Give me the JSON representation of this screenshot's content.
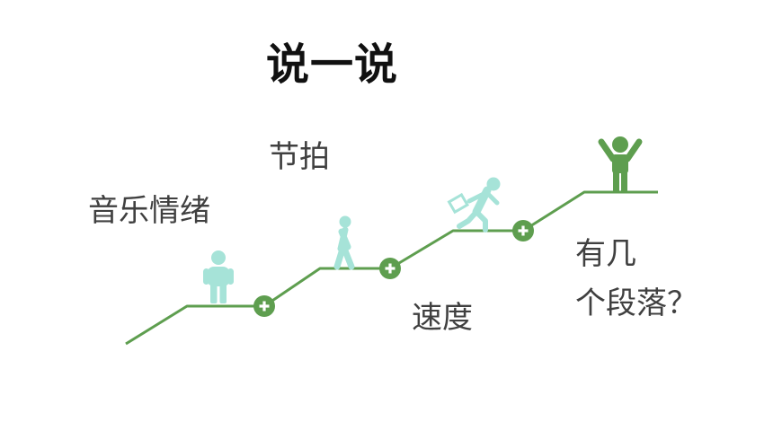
{
  "title": "说一说",
  "labels": {
    "music_mood": "音乐情绪",
    "beat": "节拍",
    "speed": "速度",
    "paragraphs_line1": "有几",
    "paragraphs_line2": "个段落？"
  },
  "colors": {
    "step_line": "#5e9e4f",
    "figure_light": "#a6e3d8",
    "figure_dark": "#5e9e4f",
    "plus_fill": "#5e9e4f",
    "plus_sign": "#ffffff",
    "title_text": "#111111",
    "label_text": "#404040"
  }
}
